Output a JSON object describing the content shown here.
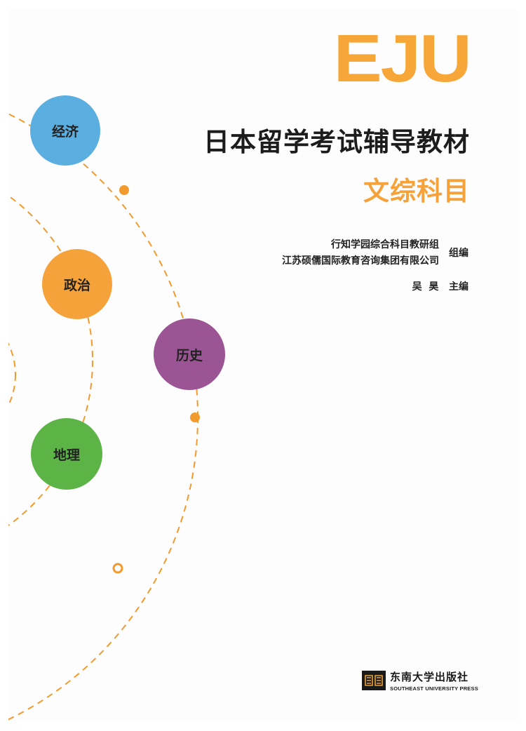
{
  "cover": {
    "brand": "EJU",
    "title": "日本留学考试辅导教材",
    "subtitle": "文综科目",
    "organizations": [
      "行知学园综合科目教研组",
      "江苏硕儒国际教育咨询集团有限公司"
    ],
    "org_role": "组编",
    "author": "吴  昊   主编"
  },
  "subjects": [
    {
      "label": "经济",
      "color": "#5aaee0"
    },
    {
      "label": "政治",
      "color": "#f5a23a"
    },
    {
      "label": "历史",
      "color": "#9b5494"
    },
    {
      "label": "地理",
      "color": "#5cb346"
    }
  ],
  "publisher": {
    "name_cn": "东南大学出版社",
    "name_en": "SOUTHEAST UNIVERSITY PRESS"
  },
  "colors": {
    "accent_orange": "#f5a23a",
    "dash_orange": "#f29a2e"
  }
}
